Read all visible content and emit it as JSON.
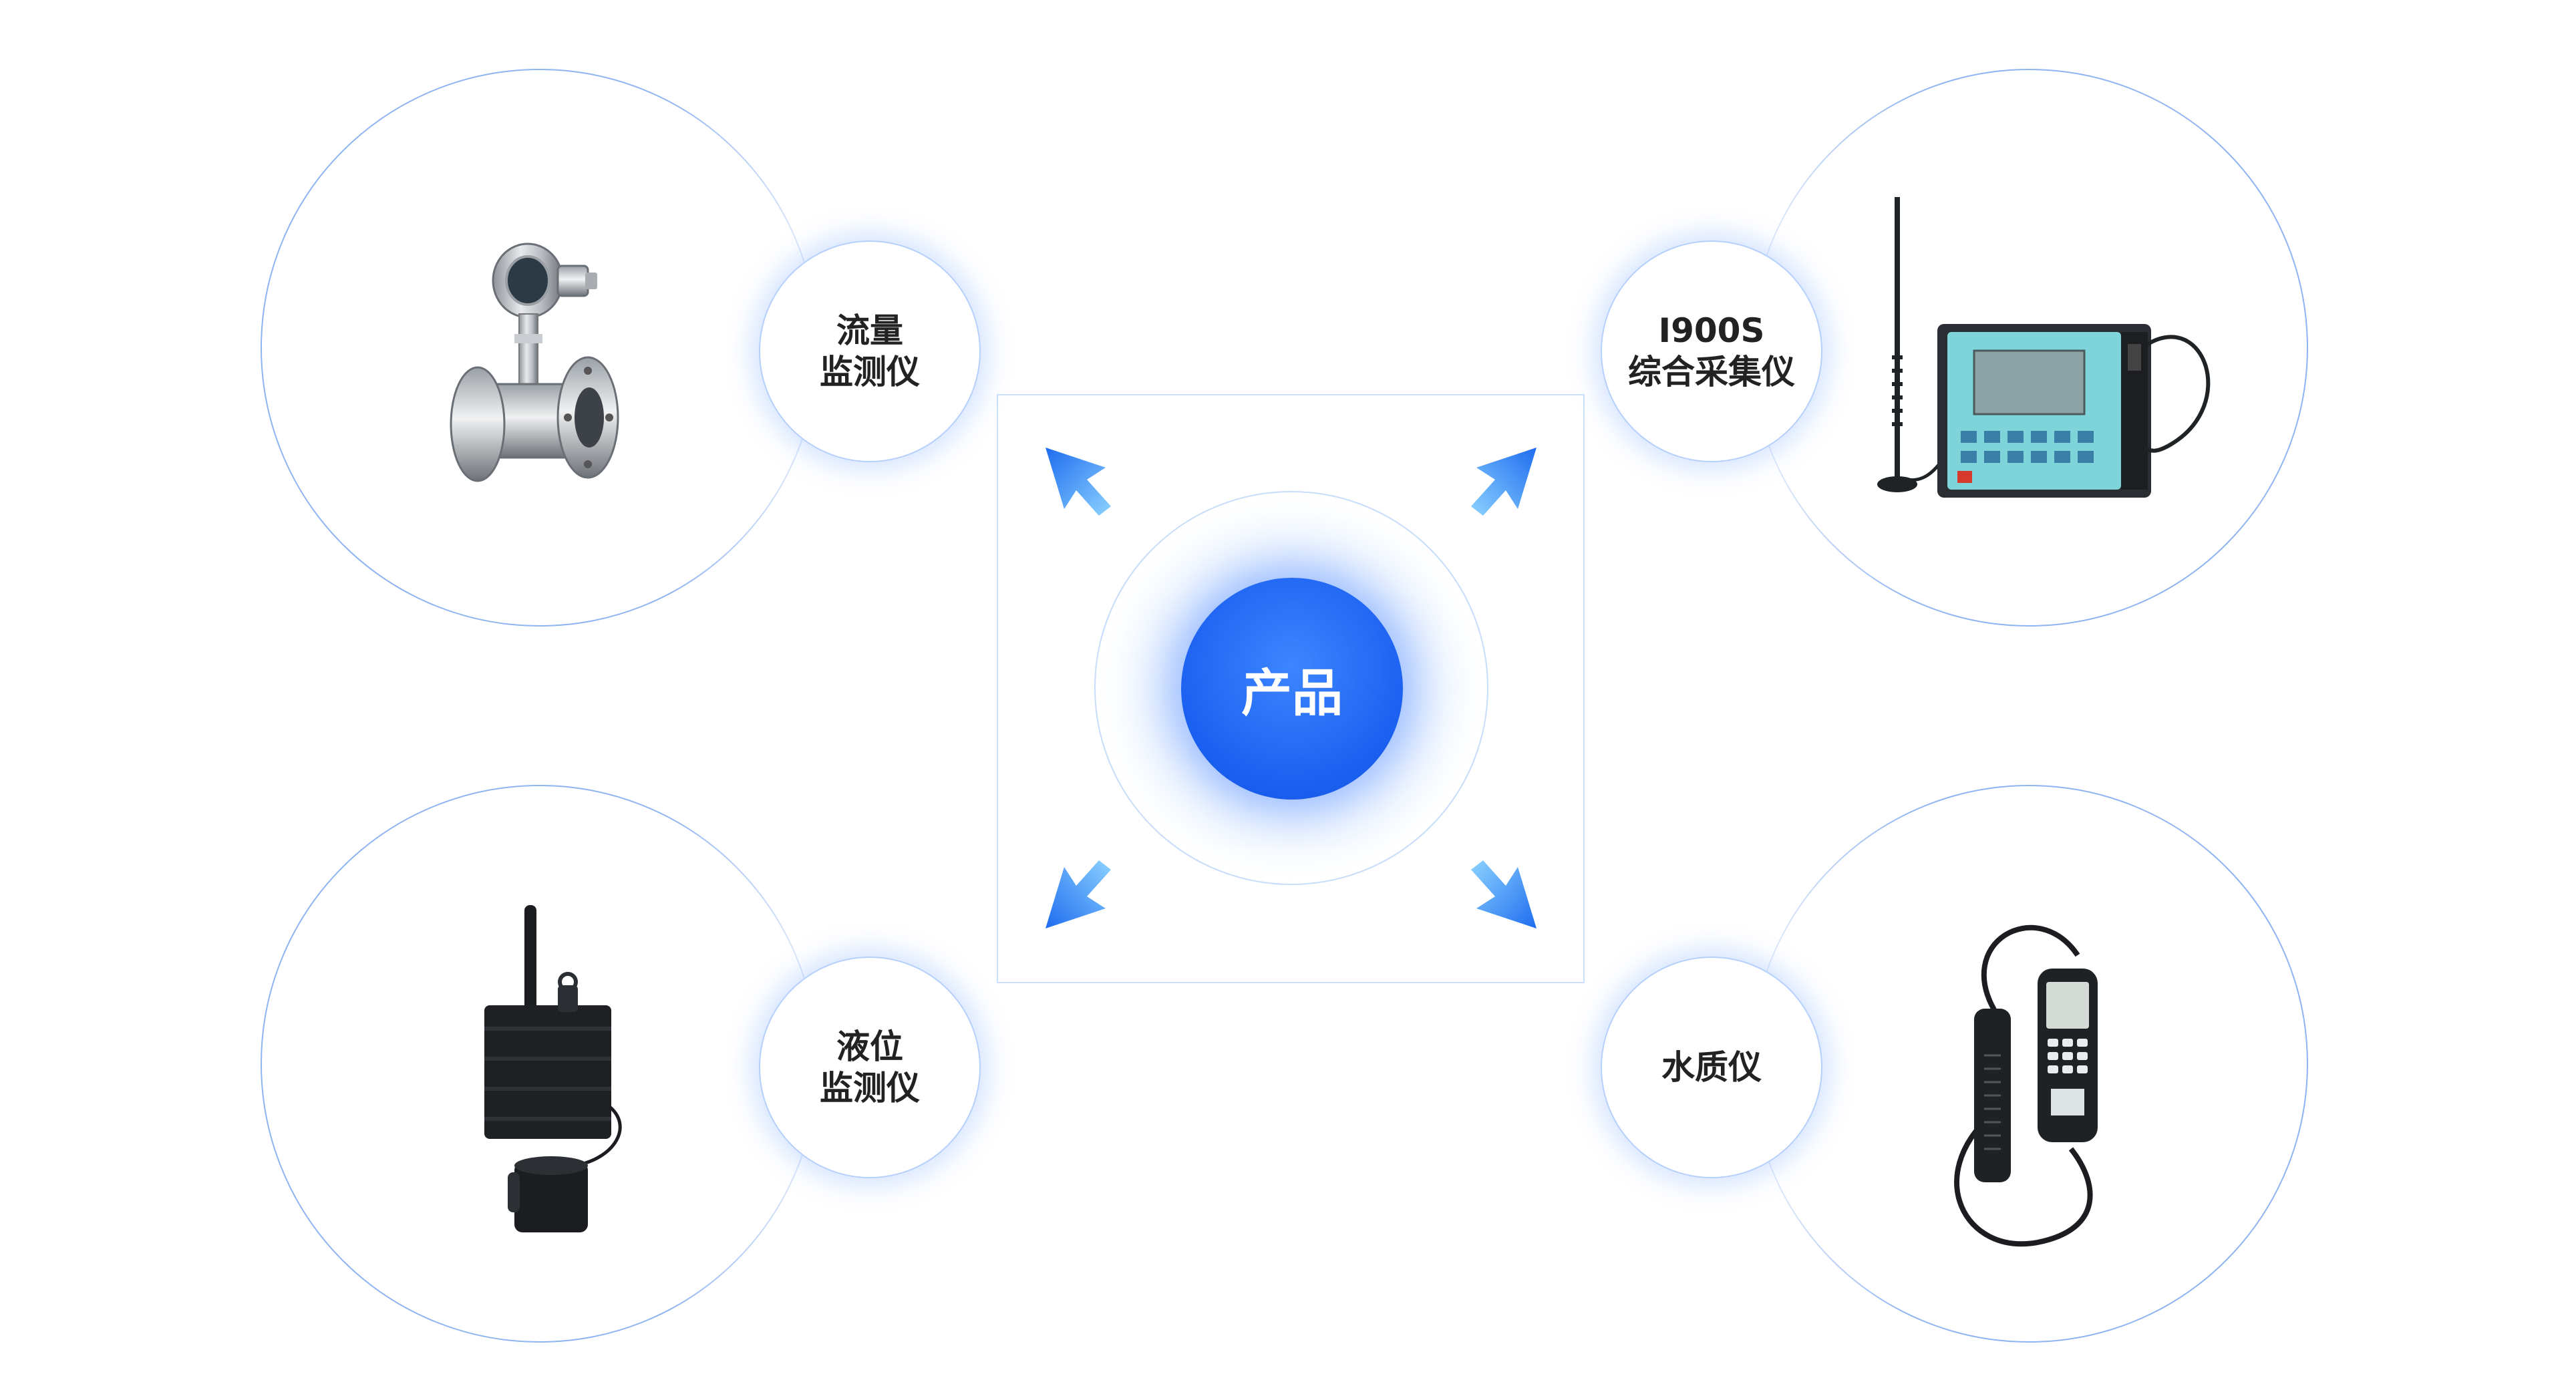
{
  "center": {
    "label": "产品"
  },
  "products": {
    "flow": {
      "line1": "流量",
      "line2": "监测仪",
      "icon": "flowmeter-icon"
    },
    "collector": {
      "line1": "I900S",
      "line2": "综合采集仪",
      "icon": "data-collector-icon"
    },
    "level": {
      "line1": "液位",
      "line2": "监测仪",
      "icon": "level-monitor-icon"
    },
    "quality": {
      "line1": "水质仪",
      "icon": "water-quality-meter-icon"
    }
  },
  "colors": {
    "accent": "#1a5ff0",
    "ring": "#8fb4f2",
    "arrow": "#2f8cf5"
  }
}
